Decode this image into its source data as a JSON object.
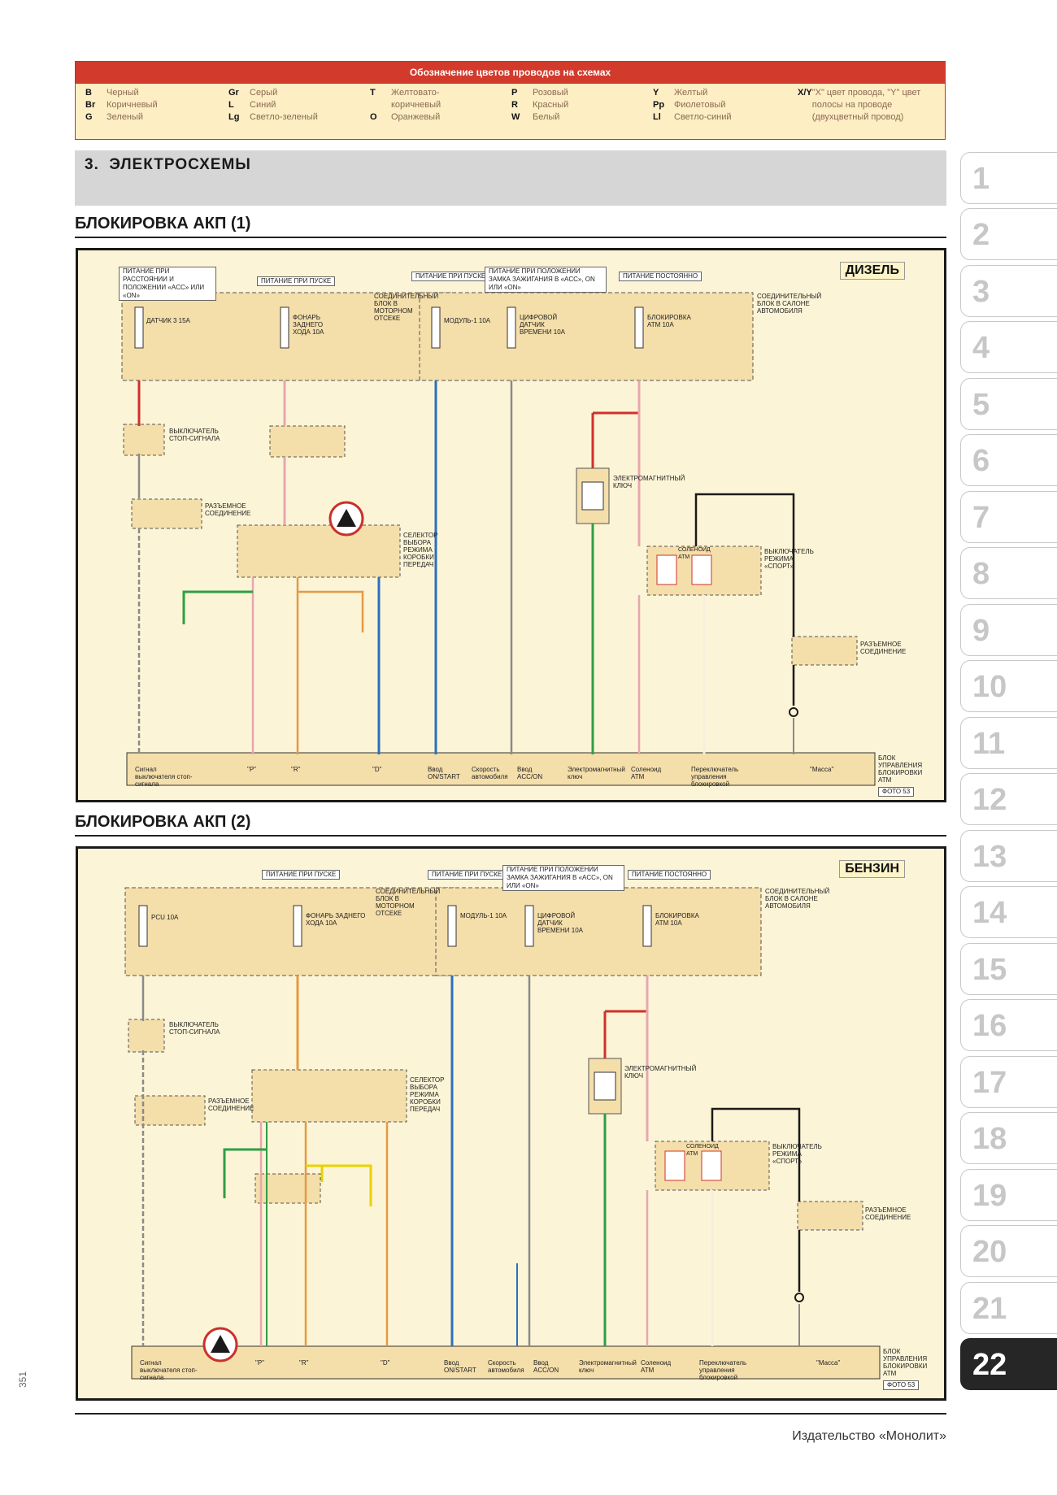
{
  "legend": {
    "title": "Обозначение цветов проводов на схемах",
    "columns": [
      [
        {
          "code": "B",
          "name": "Черный"
        },
        {
          "code": "Br",
          "name": "Коричневый"
        },
        {
          "code": "G",
          "name": "Зеленый"
        }
      ],
      [
        {
          "code": "Gr",
          "name": "Серый"
        },
        {
          "code": "L",
          "name": "Синий"
        },
        {
          "code": "Lg",
          "name": "Светло-зеленый"
        }
      ],
      [
        {
          "code": "T",
          "name": "Желтовато-коричневый"
        },
        {
          "code": "O",
          "name": "Оранжевый"
        }
      ],
      [
        {
          "code": "P",
          "name": "Розовый"
        },
        {
          "code": "R",
          "name": "Красный"
        },
        {
          "code": "W",
          "name": "Белый"
        }
      ],
      [
        {
          "code": "Y",
          "name": "Желтый"
        },
        {
          "code": "Pp",
          "name": "Фиолетовый"
        },
        {
          "code": "Ll",
          "name": "Светло-синий"
        }
      ]
    ],
    "xy_code": "X/Y",
    "xy_text": "\"X\" цвет провода, \"Y\" цвет полосы на проводе (двухцветный провод)"
  },
  "section": {
    "number": "3.",
    "title": "ЭЛЕКТРОСХЕМЫ"
  },
  "diagrams": [
    {
      "title": "БЛОКИРОВКА АКП (1)",
      "badge": "ДИЗЕЛЬ",
      "captions": [
        "ПИТАНИЕ ПРИ РАССТОЯНИИ И ПОЛОЖЕНИИ «ACC» ИЛИ «ON»",
        "ПИТАНИЕ ПРИ ПУСКЕ",
        "ПИТАНИЕ ПРИ ПУСКЕ",
        "ПИТАНИЕ ПРИ ПОЛОЖЕНИИ ЗАМКА ЗАЖИГАНИЯ В «ACC», ON ИЛИ «ON»",
        "ПИТАНИЕ ПОСТОЯННО"
      ],
      "block_left": "СОЕДИНИТЕЛЬНЫЙ БЛОК В МОТОРНОМ ОТСЕКЕ",
      "block_right": "СОЕДИНИТЕЛЬНЫЙ БЛОК В САЛОНЕ АВТОМОБИЛЯ",
      "fuses": [
        "ДАТЧИК 3 15A",
        "ФОНАРЬ ЗАДНЕГО ХОДА 10A",
        "МОДУЛЬ-1 10A",
        "ЦИФРОВОЙ ДАТЧИК ВРЕМЕНИ 10A",
        "БЛОКИРОВКА АТМ 10A"
      ],
      "components": [
        "ВЫКЛЮЧАТЕЛЬ СТОП-СИГНАЛА",
        "РАЗЪЕМНОЕ СОЕДИНЕНИЕ",
        "СЕЛЕКТОР ВЫБОРА РЕЖИМА КОРОБКИ ПЕРЕДАЧ",
        "ЭЛЕКТРОМАГНИТНЫЙ КЛЮЧ",
        "СОЛЕНОИД АТМ",
        "ВЫКЛЮЧАТЕЛЬ РЕЖИМА «СПОРТ»",
        "РАЗЪЕМНОЕ СОЕДИНЕНИЕ"
      ],
      "bottom_labels": [
        "Сигнал выключателя стоп-сигнала",
        "\"P\"",
        "\"R\"",
        "\"D\"",
        "Ввод ON/START",
        "Скорость автомобиля",
        "Ввод ACC/ON",
        "Электромагнитный ключ",
        "Соленоид АТМ",
        "Переключатель управления блокировкой",
        "\"Масса\""
      ],
      "bottom_block": "БЛОК УПРАВЛЕНИЯ БЛОКИРОВКИ АТМ",
      "photo": "ФОТО 53"
    },
    {
      "title": "БЛОКИРОВКА АКП (2)",
      "badge": "БЕНЗИН",
      "captions": [
        "ПИТАНИЕ ПРИ ПУСКЕ",
        "ПИТАНИЕ ПРИ ПУСКЕ",
        "ПИТАНИЕ ПРИ ПОЛОЖЕНИИ ЗАМКА ЗАЖИГАНИЯ В «ACC», ON ИЛИ «ON»",
        "ПИТАНИЕ ПОСТОЯННО"
      ],
      "block_left": "СОЕДИНИТЕЛЬНЫЙ БЛОК В МОТОРНОМ ОТСЕКЕ",
      "block_right": "СОЕДИНИТЕЛЬНЫЙ БЛОК В САЛОНЕ АВТОМОБИЛЯ",
      "fuses": [
        "PCU 10A",
        "ФОНАРЬ ЗАДНЕГО ХОДА 10A",
        "МОДУЛЬ-1 10A",
        "ЦИФРОВОЙ ДАТЧИК ВРЕМЕНИ 10A",
        "БЛОКИРОВКА АТМ 10A"
      ],
      "components": [
        "ВЫКЛЮЧАТЕЛЬ СТОП-СИГНАЛА",
        "РАЗЪЕМНОЕ СОЕДИНЕНИЕ",
        "СЕЛЕКТОР ВЫБОРА РЕЖИМА КОРОБКИ ПЕРЕДАЧ",
        "ЭЛЕКТРОМАГНИТНЫЙ КЛЮЧ",
        "СОЛЕНОИД АТМ",
        "ВЫКЛЮЧАТЕЛЬ РЕЖИМА «СПОРТ»",
        "РАЗЪЕМНОЕ СОЕДИНЕНИЕ"
      ],
      "bottom_labels": [
        "Сигнал выключателя стоп-сигнала",
        "\"P\"",
        "\"R\"",
        "\"D\"",
        "Ввод ON/START",
        "Скорость автомобиля",
        "Ввод ACC/ON",
        "Электромагнитный ключ",
        "Соленоид АТМ",
        "Переключатель управления блокировкой",
        "\"Масса\""
      ],
      "bottom_block": "БЛОК УПРАВЛЕНИЯ БЛОКИРОВКИ АТМ",
      "photo": "ФОТО 53"
    }
  ],
  "tabs": [
    "1",
    "2",
    "3",
    "4",
    "5",
    "6",
    "7",
    "8",
    "9",
    "10",
    "11",
    "12",
    "13",
    "14",
    "15",
    "16",
    "17",
    "18",
    "19",
    "20",
    "21",
    "22"
  ],
  "active_tab": "22",
  "page_number": "351",
  "publisher": "Издательство «Монолит»",
  "colors": {
    "accent": "#d23a2c",
    "panel": "#fcf4d6",
    "block": "#f4deaa",
    "red": "#d1312b",
    "green": "#2e9e46",
    "blue": "#2c6fc0",
    "orange": "#e39a45",
    "yellow": "#e8d200",
    "pink": "#e8a6b0",
    "gray": "#8a8a8a",
    "dark": "#1a1a1a"
  }
}
